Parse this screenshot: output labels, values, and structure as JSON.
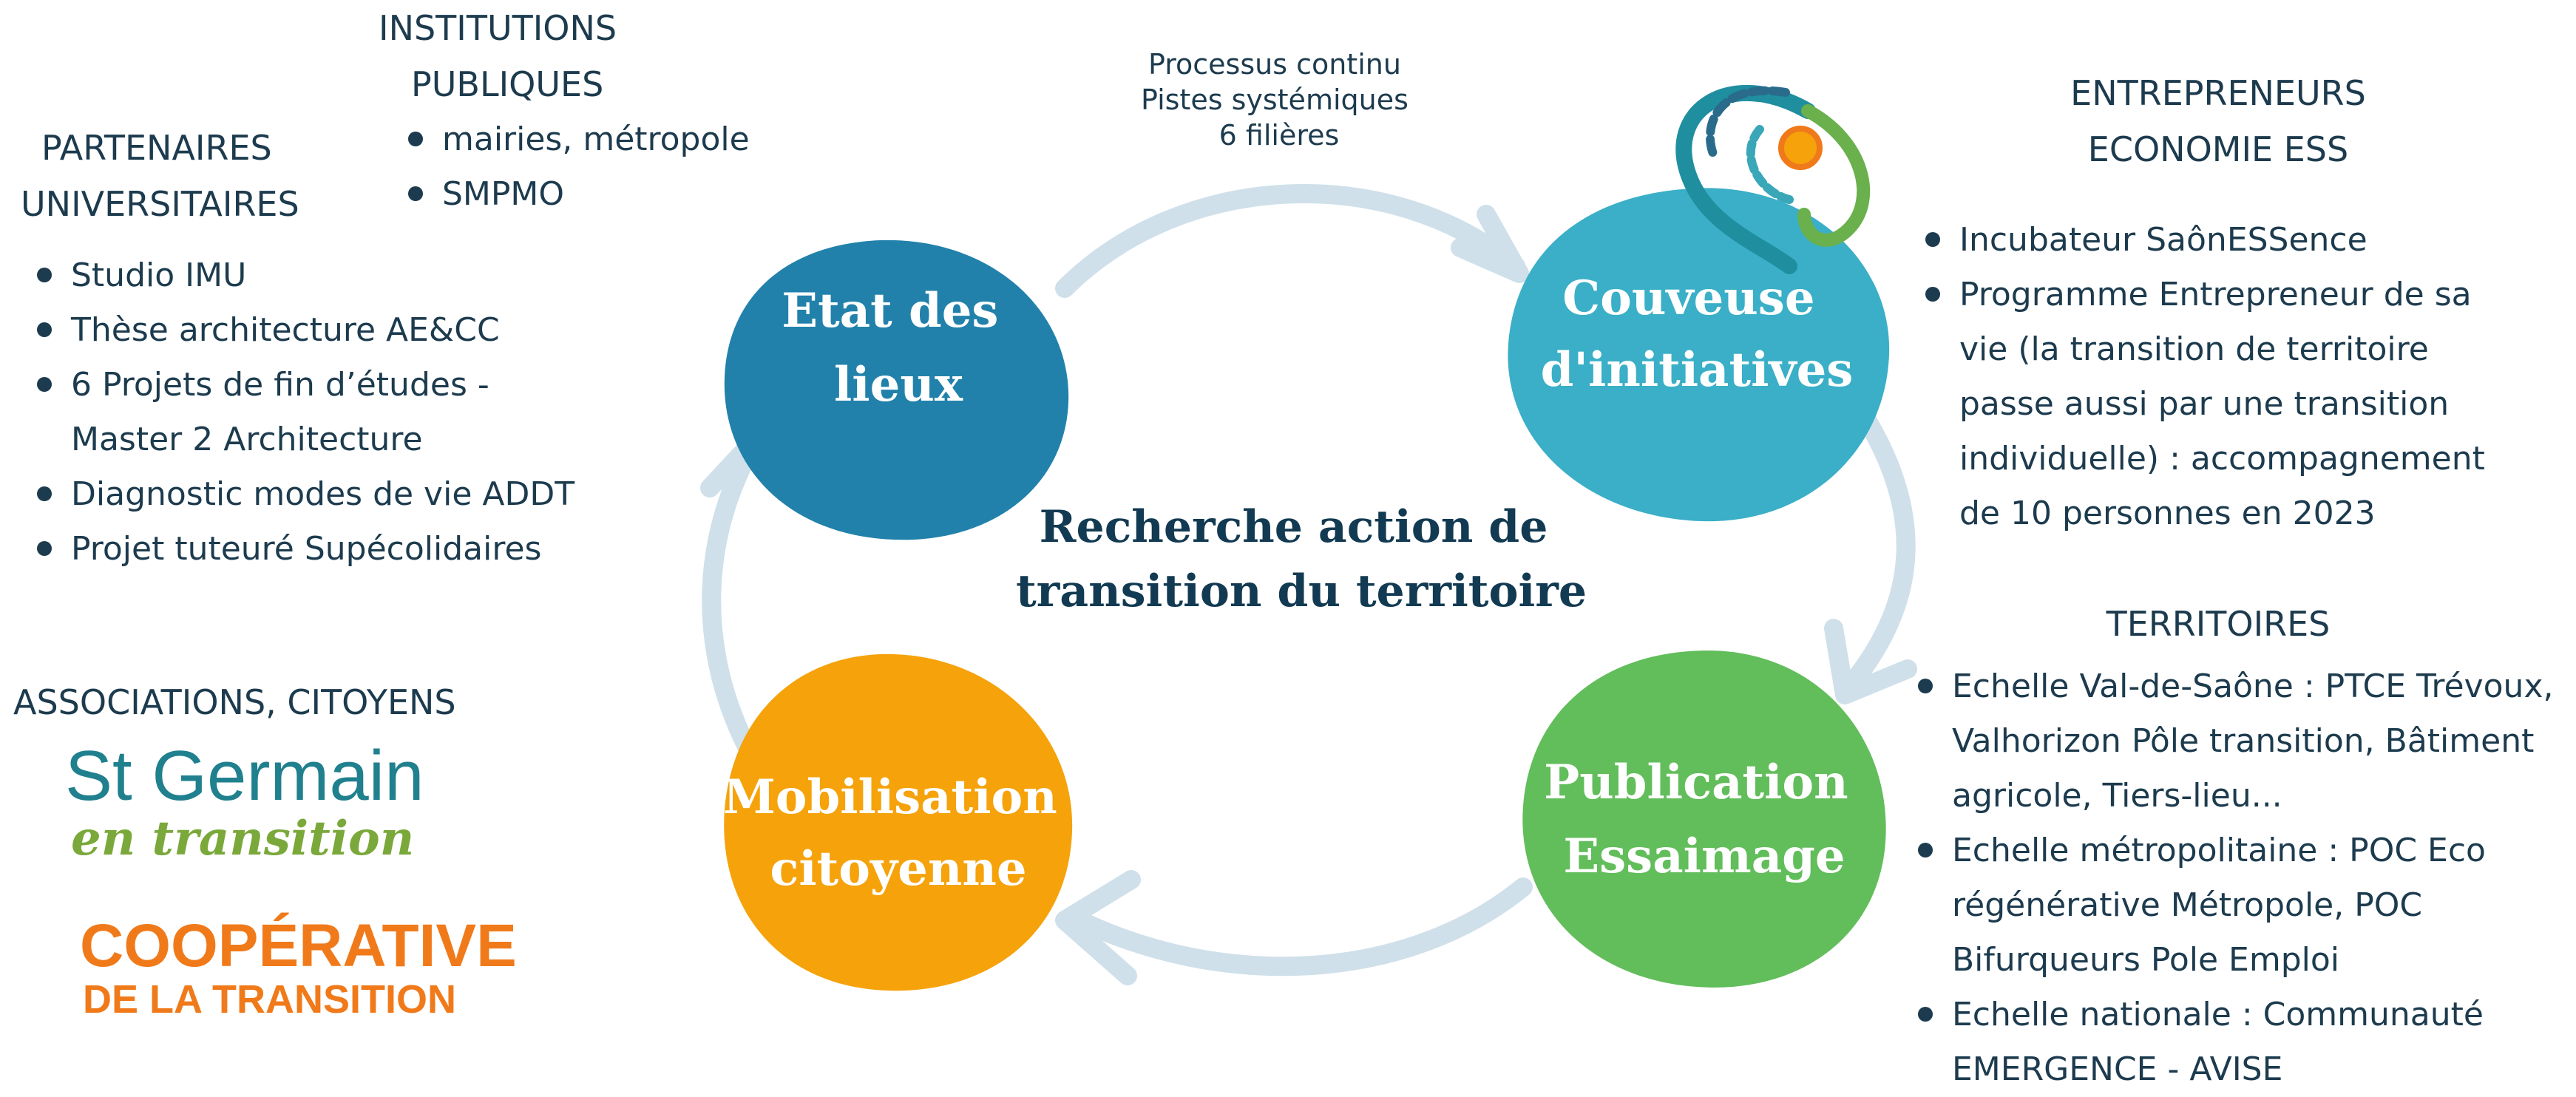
{
  "center_title": [
    "Recherche action de",
    "transition du territoire"
  ],
  "process_note": [
    "Processus continu",
    "Pistes systémiques",
    "6 filières"
  ],
  "stages": [
    {
      "lines": [
        "Etat des",
        "lieux"
      ],
      "color": "#2181ab"
    },
    {
      "lines": [
        "Couveuse",
        "d'initiatives"
      ],
      "color": "#3aafc7"
    },
    {
      "lines": [
        "Publication",
        "Essaimage"
      ],
      "color": "#62bd5b"
    },
    {
      "lines": [
        "Mobilisation",
        "citoyenne"
      ],
      "color": "#f5a20b"
    }
  ],
  "arrow_color": "#cfe0ea",
  "institutions": {
    "heading": [
      "INSTITUTIONS",
      "PUBLIQUES"
    ],
    "items": [
      "mairies, métropole",
      "SMPMO"
    ]
  },
  "partenaires": {
    "heading": [
      "PARTENAIRES",
      "UNIVERSITAIRES"
    ],
    "items": [
      "Studio IMU",
      "Thèse architecture AE&CC",
      "6 Projets de fin d’études -",
      "Master 2 Architecture",
      "Diagnostic modes de vie ADDT",
      "Projet tuteuré Supécolidaires"
    ]
  },
  "associations": {
    "heading": "ASSOCIATIONS, CITOYENS",
    "logo_sg_title": "St Germain",
    "logo_sg_sub": "en transition",
    "logo_coop_title": "COOPÉRATIVE",
    "logo_coop_sub": "DE LA TRANSITION"
  },
  "entrepreneurs": {
    "heading": [
      "ENTREPRENEURS",
      "ECONOMIE ESS"
    ],
    "items": [
      "Incubateur SaônESSence",
      "Programme Entrepreneur de sa vie (la transition de territoire passe aussi par une transition individuelle) : accompagnement de 10 personnes en 2023"
    ]
  },
  "territoires": {
    "heading": "TERRITOIRES",
    "items": [
      "Echelle Val-de-Saône : PTCE Trévoux, Valhorizon Pôle transition, Bâtiment agricole, Tiers-lieu...",
      "Echelle métropolitaine : POC Eco régénérative Métropole, POC Bifurqueurs Pole Emploi",
      "Echelle nationale : Communauté EMERGENCE - AVISE"
    ]
  }
}
